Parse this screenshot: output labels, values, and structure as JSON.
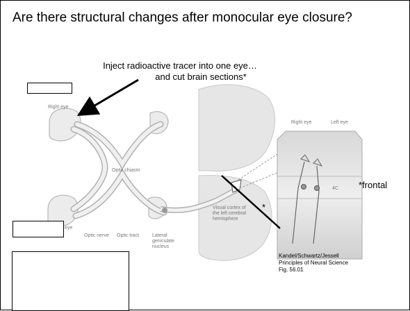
{
  "slide": {
    "title": "Are there structural changes after monocular eye closure?",
    "note_line1": "Inject radioactive tracer into one eye…",
    "note_line2": "and cut brain sections*",
    "asterisk": "*",
    "frontal": "*frontal",
    "citation": [
      "Kandel/Schwartz/Jessell",
      "Principles of Neural Science",
      "Fig. 56.01"
    ]
  },
  "diagram": {
    "right_eye": "Right eye",
    "left_eye_partial": "eye",
    "optic_chiasm": "Optic chiasm",
    "optic_nerve": "Optic nerve",
    "optic_tract": "Optic tract",
    "lgn": [
      "Lateral",
      "geniculate",
      "nucleus"
    ],
    "visual_cortex": [
      "Visual cortex of",
      "the left cerebral",
      "hemisphere"
    ],
    "inset_right_eye": "Right eye",
    "inset_left_eye": "Left eye",
    "layer_4c": "4C"
  }
}
